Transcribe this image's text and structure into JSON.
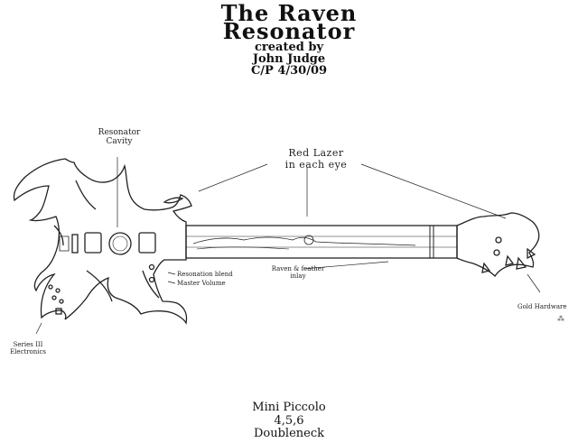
{
  "title": {
    "line1": "The Raven",
    "line2": "Resonator"
  },
  "credits": {
    "line1": "created by",
    "line2": "John Judge",
    "line3": "C/P 4/30/09"
  },
  "callouts": {
    "resonator_line1": "Resonator",
    "resonator_line2": "Cavity",
    "lazer_line1": "Red Lazer",
    "lazer_line2": "in each eye",
    "blend": "Resonation blend",
    "volume": "Master Volume",
    "inlay_line1": "Raven & feather",
    "inlay_line2": "inlay",
    "series_line1": "Series III",
    "series_line2": "Electronics",
    "hardware": "Gold Hardware"
  },
  "footer": {
    "line1": "Mini Piccolo",
    "line2": "4,5,6",
    "line3": "Doubleneck"
  }
}
